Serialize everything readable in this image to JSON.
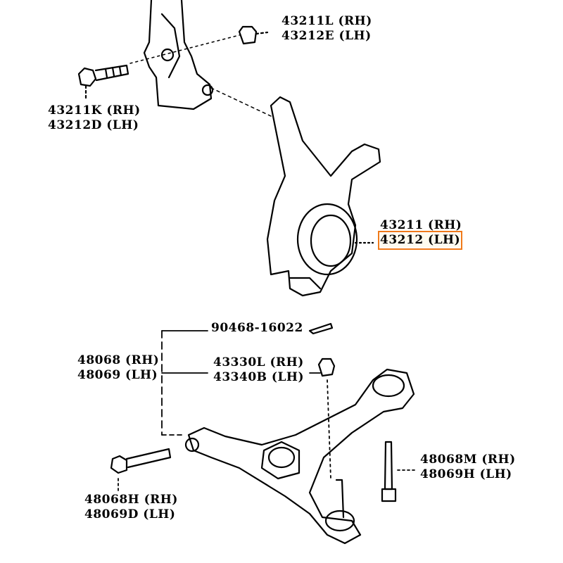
{
  "parts": {
    "steering_knuckle_nut": {
      "rh": "43211L (RH)",
      "lh": "43212E (LH)"
    },
    "steering_knuckle_bolt": {
      "rh": "43211K (RH)",
      "lh": "43212D (LH)"
    },
    "steering_knuckle": {
      "rh": "43211 (RH)",
      "lh": "43212 (LH)",
      "highlighted": "lh"
    },
    "cotter_pin": {
      "number": "90468-16022"
    },
    "lower_arm": {
      "rh": "48068 (RH)",
      "lh": "48069 (LH)"
    },
    "ball_joint_nut": {
      "rh": "43330L (RH)",
      "lh": "43340B (LH)"
    },
    "rear_bolt": {
      "rh": "48068M (RH)",
      "lh": "48069H (LH)"
    },
    "front_bolt": {
      "rh": "48068H (RH)",
      "lh": "48069D (LH)"
    }
  },
  "colors": {
    "highlight": "#f07a1a",
    "ink": "#000000"
  }
}
